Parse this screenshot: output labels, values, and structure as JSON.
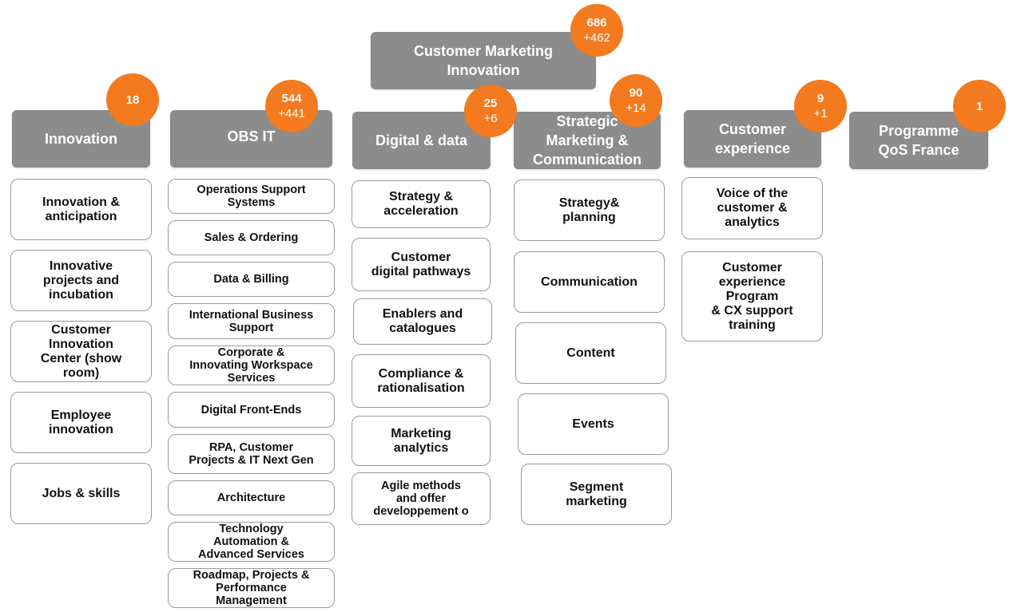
{
  "top": {
    "title": "Customer Marketing\nInnovation",
    "count": "686",
    "delta": "+462"
  },
  "columns": {
    "innovation": {
      "title": "Innovation",
      "count": "18",
      "delta": "",
      "items": [
        "Innovation &\nanticipation",
        "Innovative\nprojects and\nincubation",
        "Customer\nInnovation\nCenter (show\nroom)",
        "Employee\ninnovation",
        "Jobs & skills"
      ]
    },
    "obs_it": {
      "title": "OBS IT",
      "count": "544",
      "delta": "+441",
      "items": [
        "Operations Support\nSystems",
        "Sales & Ordering",
        "Data & Billing",
        "International Business\nSupport",
        "Corporate &\nInnovating Workspace\nServices",
        "Digital Front-Ends",
        "RPA, Customer\nProjects & IT Next Gen",
        "Architecture",
        "Technology\nAutomation &\nAdvanced Services",
        "Roadmap, Projects &\nPerformance\nManagement"
      ]
    },
    "digital": {
      "title": "Digital & data",
      "count": "25",
      "delta": "+6",
      "items": [
        "Strategy &\nacceleration",
        "Customer\ndigital pathways",
        "Enablers and\ncatalogues",
        "Compliance &\nrationalisation",
        "Marketing\nanalytics",
        "Agile methods\nand offer\ndeveloppement o"
      ]
    },
    "strategic": {
      "title": "Strategic\nMarketing &\nCommunication",
      "count": "90",
      "delta": "+14",
      "items": [
        "Strategy&\nplanning",
        "Communication",
        "Content",
        "Events",
        "Segment\nmarketing"
      ]
    },
    "cx": {
      "title": "Customer\nexperience",
      "count": "9",
      "delta": "+1",
      "items": [
        "Voice of the\ncustomer &\nanalytics",
        "Customer\nexperience\nProgram\n&  CX support\ntraining"
      ]
    },
    "qos": {
      "title": "Programme\nQoS France",
      "count": "1",
      "delta": ""
    }
  }
}
